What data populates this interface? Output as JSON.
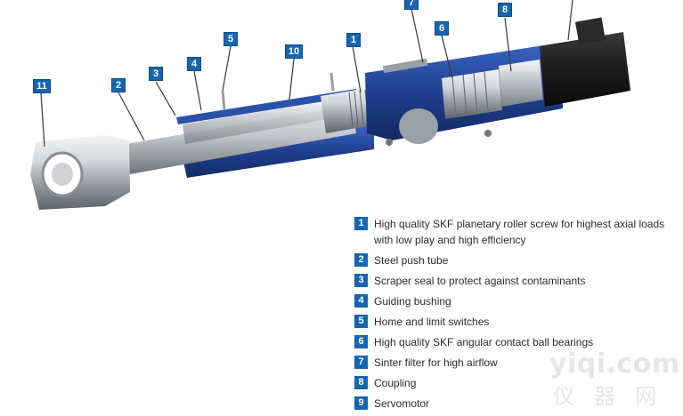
{
  "callouts": [
    "1",
    "2",
    "3",
    "4",
    "5",
    "6",
    "7",
    "8",
    "10",
    "11"
  ],
  "legend": [
    {
      "num": "1",
      "text": "High quality SKF planetary roller screw for highest axial loads with low play and high efficiency"
    },
    {
      "num": "2",
      "text": "Steel push tube"
    },
    {
      "num": "3",
      "text": "Scraper seal to protect against contaminants"
    },
    {
      "num": "4",
      "text": "Guiding bushing"
    },
    {
      "num": "5",
      "text": "Home and limit switches"
    },
    {
      "num": "6",
      "text": "High quality SKF angular contact ball bearings"
    },
    {
      "num": "7",
      "text": "Sinter filter for high airflow"
    },
    {
      "num": "8",
      "text": "Coupling"
    },
    {
      "num": "9",
      "text": "Servomotor"
    }
  ],
  "watermark": {
    "top": "yiqi.com",
    "bottom": "仪器网"
  },
  "colors": {
    "accent": "#1565b0",
    "housing": "#1f3f8f",
    "steel": "#c9ccd0"
  }
}
